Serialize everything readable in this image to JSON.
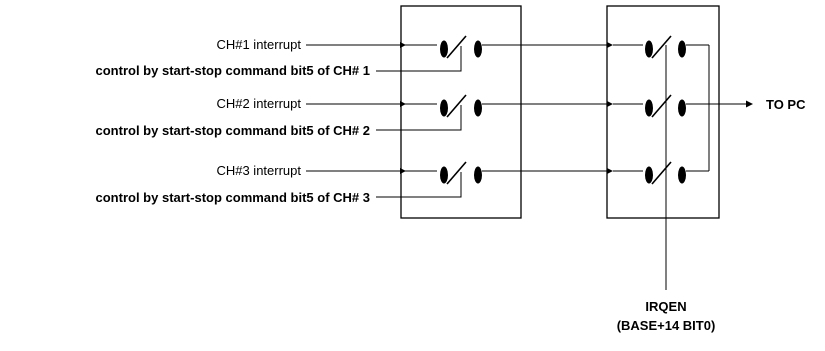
{
  "channels": [
    {
      "interrupt_label": "CH#1 interrupt",
      "control_label": "control by start-stop command bit5 of CH# 1"
    },
    {
      "interrupt_label": "CH#2 interrupt",
      "control_label": "control by start-stop command bit5 of CH# 2"
    },
    {
      "interrupt_label": "CH#3 interrupt",
      "control_label": "control by start-stop command bit5 of CH# 3"
    }
  ],
  "output": {
    "label": "TO  PC"
  },
  "enable": {
    "label": "IRQEN",
    "sublabel": "(BASE+14 BIT0)"
  }
}
